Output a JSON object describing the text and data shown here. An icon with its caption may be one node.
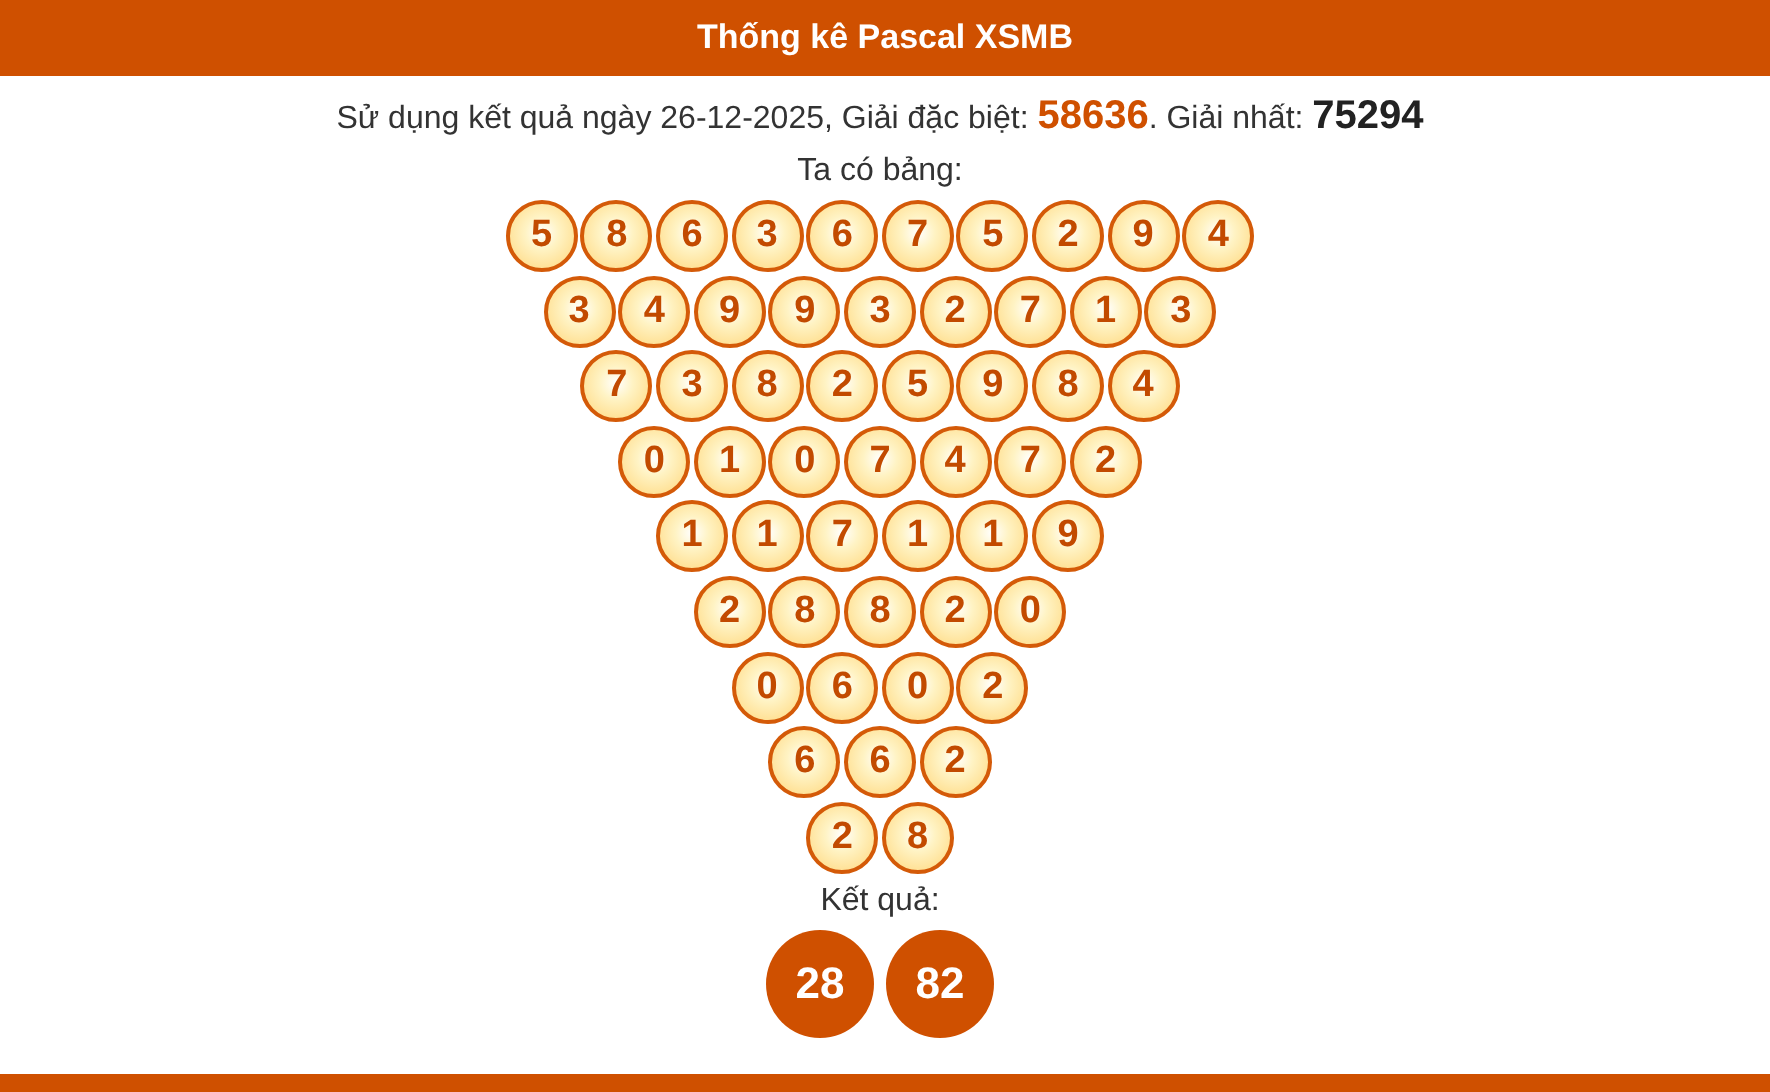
{
  "diagram": {
    "title": "Thống kê Pascal XSMB",
    "nodes": [
      {
        "text": [
          "5"
        ]
      },
      {
        "text": [
          "8"
        ]
      },
      {
        "text": [
          "6"
        ]
      },
      {
        "text": [
          "3"
        ]
      },
      {
        "text": [
          "6"
        ]
      },
      {
        "text": [
          "7"
        ]
      },
      {
        "text": [
          "5"
        ]
      },
      {
        "text": [
          "2"
        ]
      },
      {
        "text": [
          "9"
        ]
      },
      {
        "text": [
          "4"
        ]
      },
      {
        "text": [
          "3"
        ]
      },
      {
        "text": [
          "4"
        ]
      },
      {
        "text": [
          "9"
        ]
      },
      {
        "text": [
          "9"
        ]
      },
      {
        "text": [
          "3"
        ]
      },
      {
        "text": [
          "2"
        ]
      },
      {
        "text": [
          "7"
        ]
      },
      {
        "text": [
          "1"
        ]
      },
      {
        "text": [
          "3"
        ]
      },
      {
        "text": [
          "7"
        ]
      },
      {
        "text": [
          "3"
        ]
      },
      {
        "text": [
          "8"
        ]
      },
      {
        "text": [
          "2"
        ]
      },
      {
        "text": [
          "5"
        ]
      },
      {
        "text": [
          "9"
        ]
      },
      {
        "text": [
          "8"
        ]
      },
      {
        "text": [
          "4"
        ]
      },
      {
        "text": [
          "0"
        ]
      },
      {
        "text": [
          "1"
        ]
      },
      {
        "text": [
          "0"
        ]
      },
      {
        "text": [
          "7"
        ]
      },
      {
        "text": [
          "4"
        ]
      },
      {
        "text": [
          "7"
        ]
      },
      {
        "text": [
          "2"
        ]
      },
      {
        "text": [
          "1"
        ]
      },
      {
        "text": [
          "1"
        ]
      },
      {
        "text": [
          "7"
        ]
      },
      {
        "text": [
          "1"
        ]
      },
      {
        "text": [
          "1"
        ]
      },
      {
        "text": [
          "9"
        ]
      },
      {
        "text": [
          "2"
        ]
      },
      {
        "text": [
          "8"
        ]
      },
      {
        "text": [
          "8"
        ]
      },
      {
        "text": [
          "2"
        ]
      },
      {
        "text": [
          "0"
        ]
      },
      {
        "text": [
          "0"
        ]
      },
      {
        "text": [
          "6"
        ]
      },
      {
        "text": [
          "0"
        ]
      },
      {
        "text": [
          "2"
        ]
      },
      {
        "text": [
          "6"
        ]
      },
      {
        "text": [
          "6"
        ]
      },
      {
        "text": [
          "2"
        ]
      },
      {
        "text": [
          "2"
        ]
      },
      {
        "text": [
          "8"
        ]
      },
      {
        "text": [
          "28"
        ]
      },
      {
        "text": [
          "82"
        ]
      }
    ],
    "labels": [
      "Sử dụng kết quả ngày 26-12-2025, Giải đặc biệt: **58636**. Giải nhất: **75294**",
      "Ta có bảng:",
      "Kết quả:"
    ]
  }
}
